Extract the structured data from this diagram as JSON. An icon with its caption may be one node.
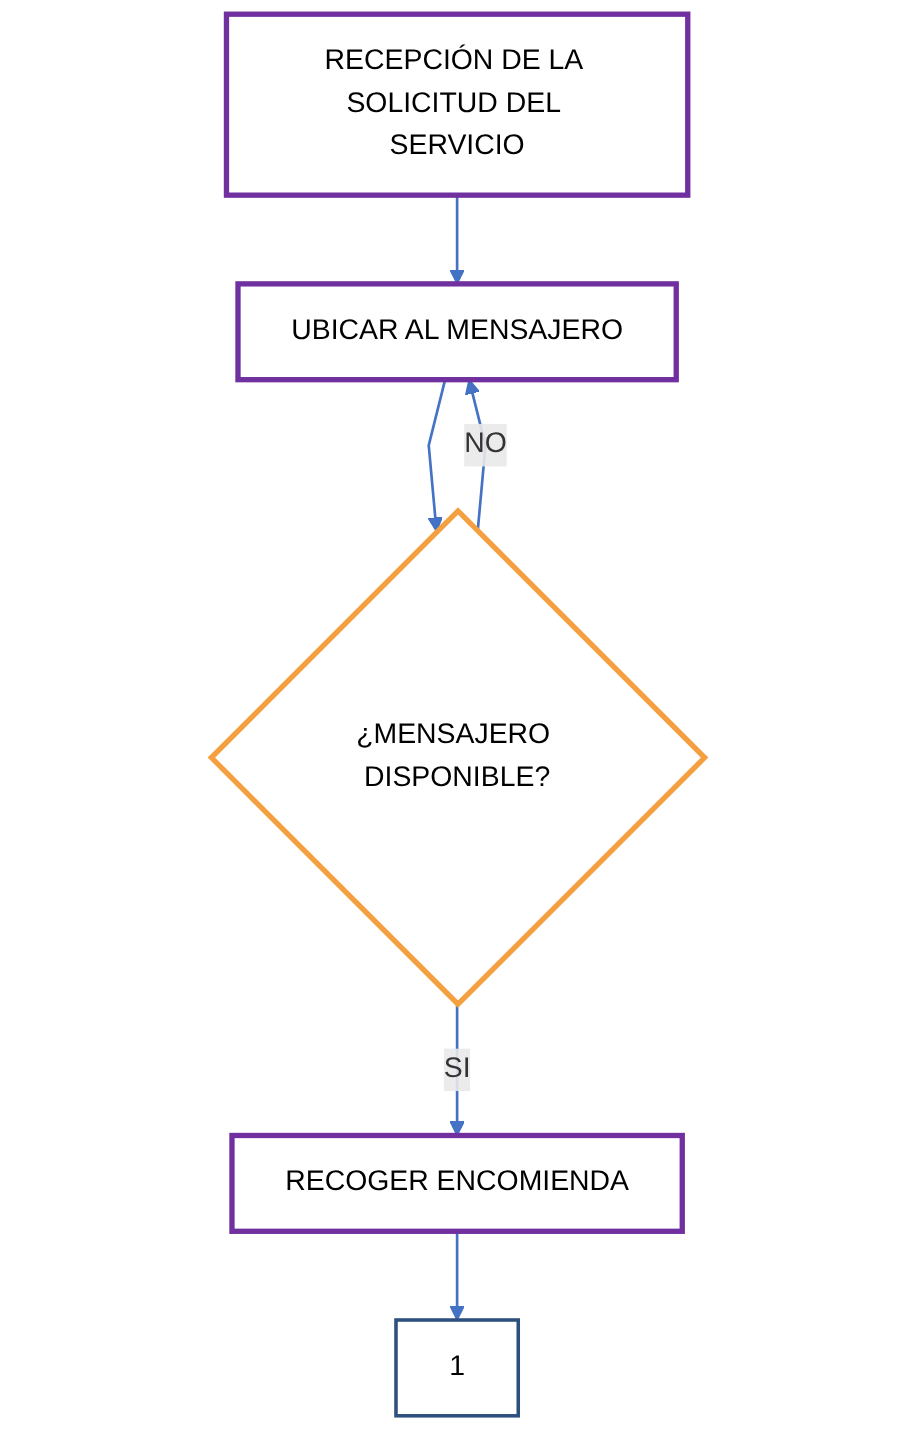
{
  "diagram": {
    "nodes": [
      {
        "text": [
          "RECEPCIÓN DE LA SOLICITUD DEL SERVICIO"
        ]
      },
      {
        "text": [
          "UBICAR AL MENSAJERO"
        ]
      },
      {
        "text": [
          "¿MENSAJERO DISPONIBLE?"
        ]
      },
      {
        "text": [
          "RECOGER ENCOMIENDA"
        ]
      },
      {
        "text": [
          "1"
        ]
      }
    ],
    "edges": [
      {
        "from": 0,
        "to": 1,
        "arrow": "to"
      },
      {
        "from": 1,
        "to": 2,
        "arrow": "to"
      },
      {
        "from": 2,
        "to": 1,
        "arrow": "to",
        "label": "NO"
      },
      {
        "from": 2,
        "to": 3,
        "arrow": "to",
        "label": "SI"
      },
      {
        "from": 3,
        "to": 4,
        "arrow": "to"
      }
    ]
  }
}
